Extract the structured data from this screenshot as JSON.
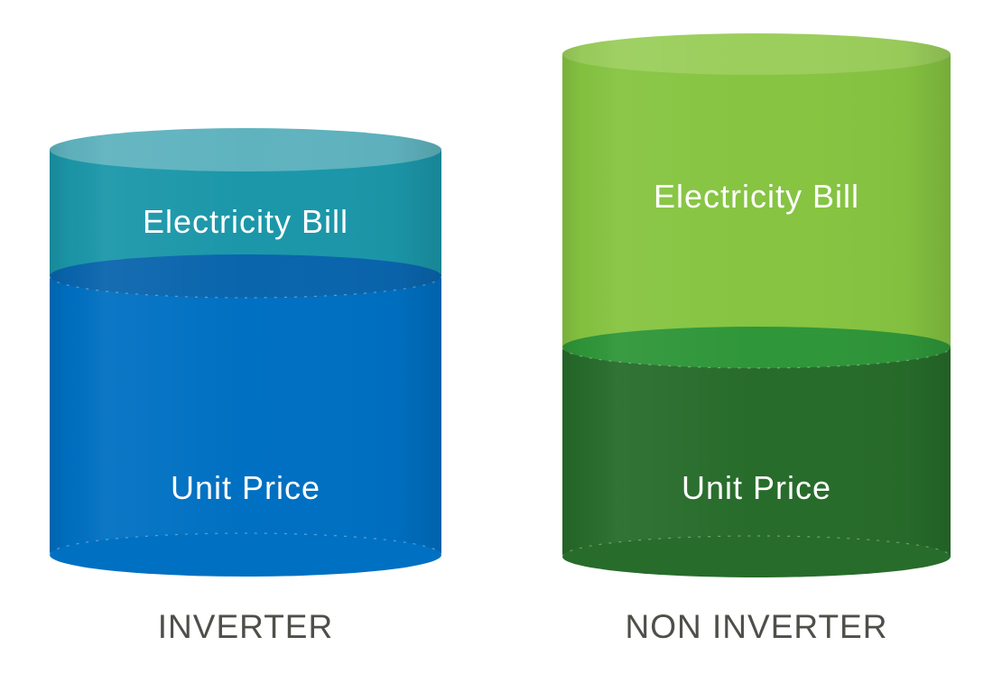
{
  "cylinders": [
    {
      "caption": "INVERTER",
      "segments": {
        "top": {
          "label": "Electricity Bill",
          "wall_color": "#1B97A9",
          "cap_color": "#5FB3BF"
        },
        "bottom": {
          "label": "Unit Price",
          "wall_color": "#0070C2",
          "cap_color": "#0A65AD"
        }
      }
    },
    {
      "caption": "NON INVERTER",
      "segments": {
        "top": {
          "label": "Electricity Bill",
          "wall_color": "#86C441",
          "cap_color": "#9BCE5C"
        },
        "bottom": {
          "label": "Unit Price",
          "wall_color": "#276C2B",
          "cap_color": "#2F9639"
        }
      }
    }
  ],
  "text_colors": {
    "segment_label": "#FFFFFF",
    "caption": "#4D4F49"
  },
  "chart_data": {
    "type": "bar",
    "stacked": true,
    "categories": [
      "INVERTER",
      "NON INVERTER"
    ],
    "series": [
      {
        "name": "Electricity Bill",
        "values_pct_of_column": [
          31,
          58
        ]
      },
      {
        "name": "Unit Price",
        "values_pct_of_column": [
          69,
          42
        ]
      }
    ],
    "column_total_heights_relative": [
      100,
      124
    ],
    "xlabel": "",
    "ylabel": "",
    "legend": "labels drawn inside segments",
    "note": "No numeric axis shown; values are relative proportions estimated from segment heights."
  }
}
